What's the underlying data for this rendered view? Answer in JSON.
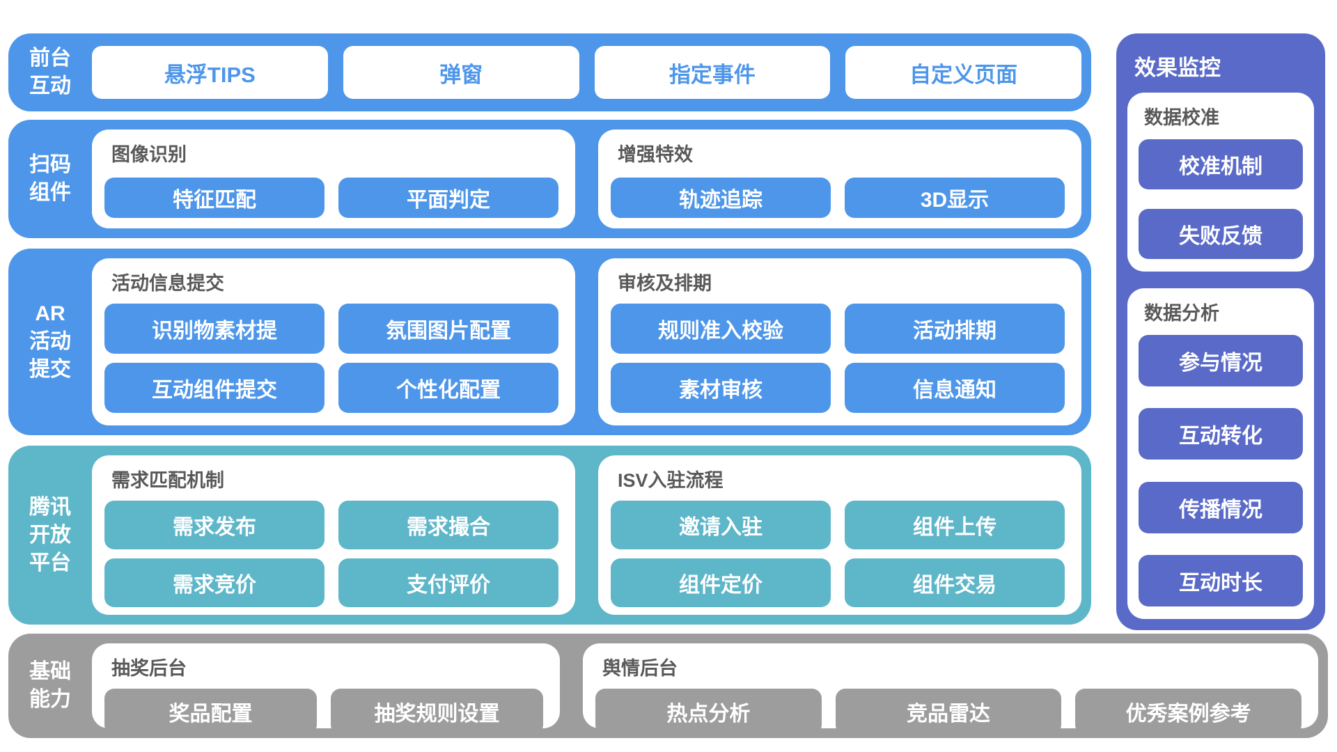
{
  "colors": {
    "blue": "#4D96E9",
    "teal": "#5EB6C9",
    "gray": "#9D9D9D",
    "indigo": "#5A6AC8",
    "panel_title_gray": "#595959",
    "background": "#FFFFFF"
  },
  "rows": [
    {
      "id": "front-interaction",
      "theme": "blue",
      "label_lines": [
        "前台",
        "互动"
      ],
      "chips": [
        "悬浮TIPS",
        "弹窗",
        "指定事件",
        "自定义页面"
      ]
    },
    {
      "id": "scan-component",
      "theme": "blue",
      "label_lines": [
        "扫码",
        "组件"
      ],
      "panels": [
        {
          "title": "图像识别",
          "cols": 2,
          "buttons": [
            "特征匹配",
            "平面判定"
          ]
        },
        {
          "title": "增强特效",
          "cols": 2,
          "buttons": [
            "轨迹追踪",
            "3D显示"
          ]
        }
      ]
    },
    {
      "id": "ar-activity-submit",
      "theme": "blue",
      "label_lines": [
        "AR",
        "活动",
        "提交"
      ],
      "panels": [
        {
          "title": "活动信息提交",
          "cols": 2,
          "buttons": [
            "识别物素材提",
            "氛围图片配置",
            "互动组件提交",
            "个性化配置"
          ]
        },
        {
          "title": "审核及排期",
          "cols": 2,
          "buttons": [
            "规则准入校验",
            "活动排期",
            "素材审核",
            "信息通知"
          ]
        }
      ]
    },
    {
      "id": "tencent-open-platform",
      "theme": "teal",
      "label_lines": [
        "腾讯",
        "开放",
        "平台"
      ],
      "panels": [
        {
          "title": "需求匹配机制",
          "cols": 2,
          "buttons": [
            "需求发布",
            "需求撮合",
            "需求竞价",
            "支付评价"
          ]
        },
        {
          "title": "ISV入驻流程",
          "cols": 2,
          "buttons": [
            "邀请入驻",
            "组件上传",
            "组件定价",
            "组件交易"
          ]
        }
      ]
    },
    {
      "id": "basic-capability",
      "theme": "gray",
      "label_lines": [
        "基础",
        "能力"
      ],
      "panels": [
        {
          "title": "抽奖后台",
          "cols": 2,
          "buttons": [
            "奖品配置",
            "抽奖规则设置"
          ]
        },
        {
          "title": "舆情后台",
          "cols": 3,
          "buttons": [
            "热点分析",
            "竞品雷达",
            "优秀案例参考"
          ]
        }
      ]
    }
  ],
  "sidebar": {
    "id": "effect-monitoring",
    "theme": "indigo",
    "title": "效果监控",
    "panels": [
      {
        "title": "数据校准",
        "buttons": [
          "校准机制",
          "失败反馈"
        ]
      },
      {
        "title": "数据分析",
        "buttons": [
          "参与情况",
          "互动转化",
          "传播情况",
          "互动时长"
        ]
      }
    ]
  }
}
